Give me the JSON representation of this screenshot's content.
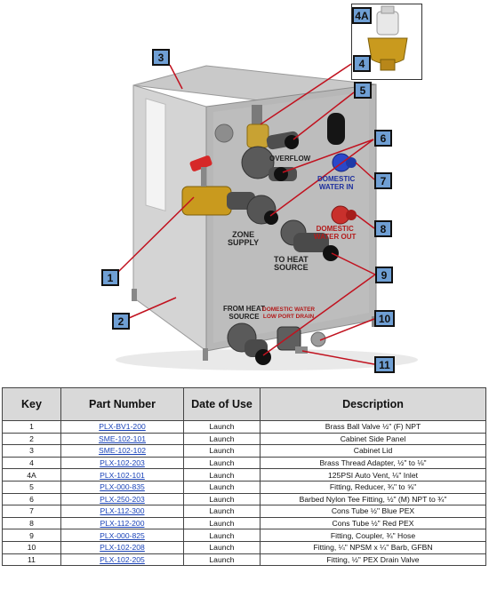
{
  "callouts": {
    "c1": "1",
    "c2": "2",
    "c3": "3",
    "c4": "4",
    "c4a": "4A",
    "c5": "5",
    "c6": "6",
    "c7": "7",
    "c8": "8",
    "c9": "9",
    "c10": "10",
    "c11": "11"
  },
  "unit_labels": {
    "overflow": "OVERFLOW",
    "domestic_in": [
      "DOMESTIC",
      "WATER IN"
    ],
    "domestic_out": [
      "DOMESTIC",
      "WATER OUT"
    ],
    "zone_supply": [
      "ZONE",
      "SUPPLY"
    ],
    "to_heat_source": [
      "TO HEAT",
      "SOURCE"
    ],
    "from_heat_source": [
      "FROM HEAT",
      "SOURCE"
    ],
    "low_port_drain": [
      "DOMESTIC WATER",
      "LOW PORT DRAIN"
    ]
  },
  "colors": {
    "callout_fill": "#6f9fd4",
    "header_fill": "#d9d9d9",
    "link": "#1a43b8",
    "leader": "#c1121f"
  },
  "table": {
    "headers": {
      "key": "Key",
      "part_number": "Part Number",
      "date_of_use": "Date of Use",
      "description": "Description"
    },
    "rows": [
      {
        "key": "1",
        "part": "PLX-BV1-200",
        "date": "Launch",
        "desc": "Brass Ball Valve ½\" (F) NPT"
      },
      {
        "key": "2",
        "part": "SME-102-101",
        "date": "Launch",
        "desc": "Cabinet Side Panel"
      },
      {
        "key": "3",
        "part": "SME-102-102",
        "date": "Launch",
        "desc": "Cabinet Lid"
      },
      {
        "key": "4",
        "part": "PLX-102-203",
        "date": "Launch",
        "desc": "Brass Thread Adapter, ½\" to ⅛\""
      },
      {
        "key": "4A",
        "part": "PLX-102-101",
        "date": "Launch",
        "desc": "125PSI Auto Vent, ⅛\" Inlet"
      },
      {
        "key": "5",
        "part": "PLX-000-835",
        "date": "Launch",
        "desc": "Fitting, Reducer, ¾\" to ⅝\""
      },
      {
        "key": "6",
        "part": "PLX-250-203",
        "date": "Launch",
        "desc": "Barbed Nylon Tee Fitting, ½\" (M) NPT to ¾\""
      },
      {
        "key": "7",
        "part": "PLX-112-300",
        "date": "Launch",
        "desc": "Cons Tube ½\" Blue PEX"
      },
      {
        "key": "8",
        "part": "PLX-112-200",
        "date": "Launch",
        "desc": "Cons Tube ½\" Red PEX"
      },
      {
        "key": "9",
        "part": "PLX-000-825",
        "date": "Launch",
        "desc": "Fitting, Coupler, ¾\" Hose"
      },
      {
        "key": "10",
        "part": "PLX-102-208",
        "date": "Launch",
        "desc": "Fitting, ¼\" NPSM x ¼\" Barb, GFBN"
      },
      {
        "key": "11",
        "part": "PLX-102-205",
        "date": "Launch",
        "desc": "Fitting, ½\" PEX Drain Valve"
      }
    ]
  }
}
